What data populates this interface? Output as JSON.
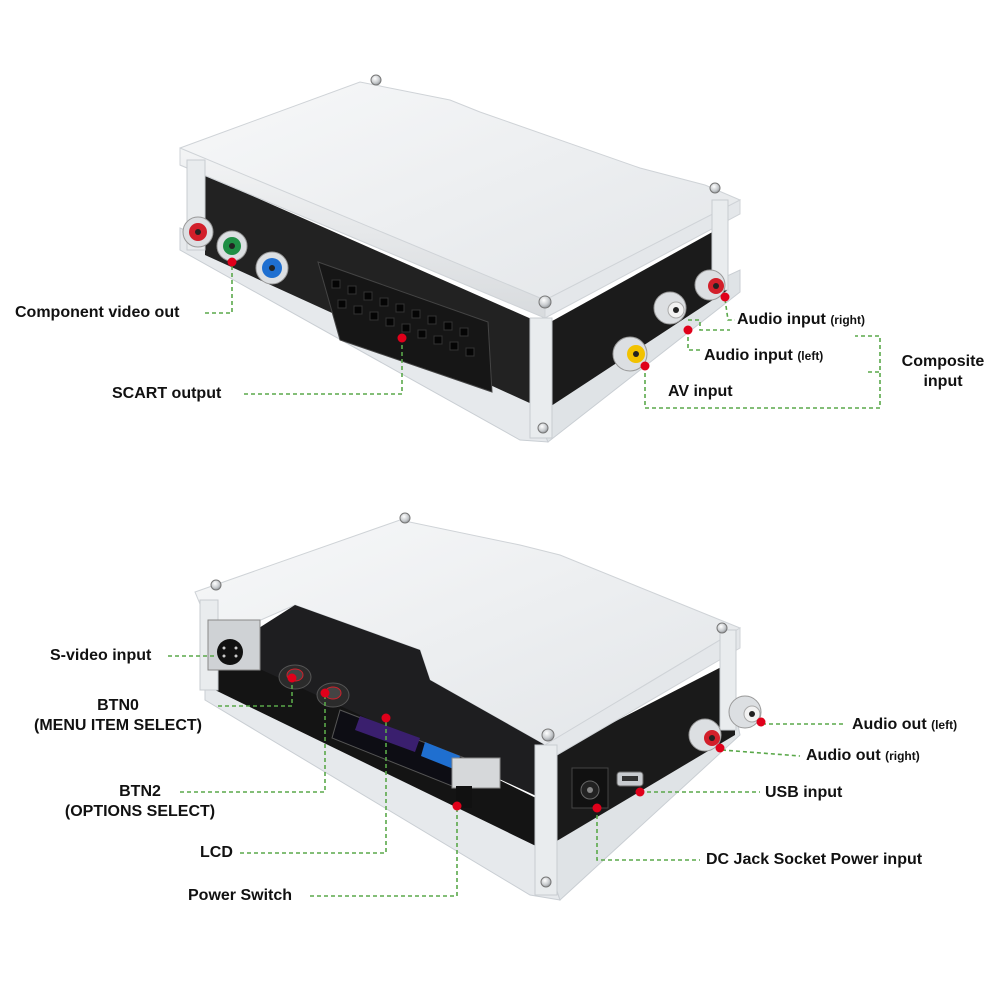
{
  "top_labels": {
    "component_video_out": "Component video out",
    "scart_output": "SCART output",
    "audio_input_right": "Audio input",
    "audio_input_right_note": "(right)",
    "audio_input_left": "Audio input",
    "audio_input_left_note": "(left)",
    "av_input": "AV input",
    "composite_input_line1": "Composite",
    "composite_input_line2": "input"
  },
  "bottom_labels": {
    "svideo_input": "S-video input",
    "btn0_line1": "BTN0",
    "btn0_line2": "(MENU ITEM SELECT)",
    "btn2_line1": "BTN2",
    "btn2_line2": "(OPTIONS SELECT)",
    "lcd": "LCD",
    "power_switch": "Power Switch",
    "audio_out_left": "Audio out",
    "audio_out_left_note": "(left)",
    "audio_out_right": "Audio out",
    "audio_out_right_note": "(right)",
    "usb_input": "USB input",
    "dc_jack": "DC Jack Socket Power input"
  },
  "colors": {
    "leader_line": "#5aa84a",
    "marker": "#e0001a",
    "acrylic": "#eceef0",
    "board": "#1c1c1e",
    "rca_red": "#d21f2a",
    "rca_green": "#1f8f45",
    "rca_blue": "#1f6fd0",
    "rca_yellow": "#f2c200"
  },
  "icons": [
    "callout-marker-dot",
    "rca-jack",
    "scart-connector",
    "svideo-port",
    "push-button",
    "lcd-screen",
    "slide-switch",
    "usb-port",
    "dc-jack"
  ]
}
